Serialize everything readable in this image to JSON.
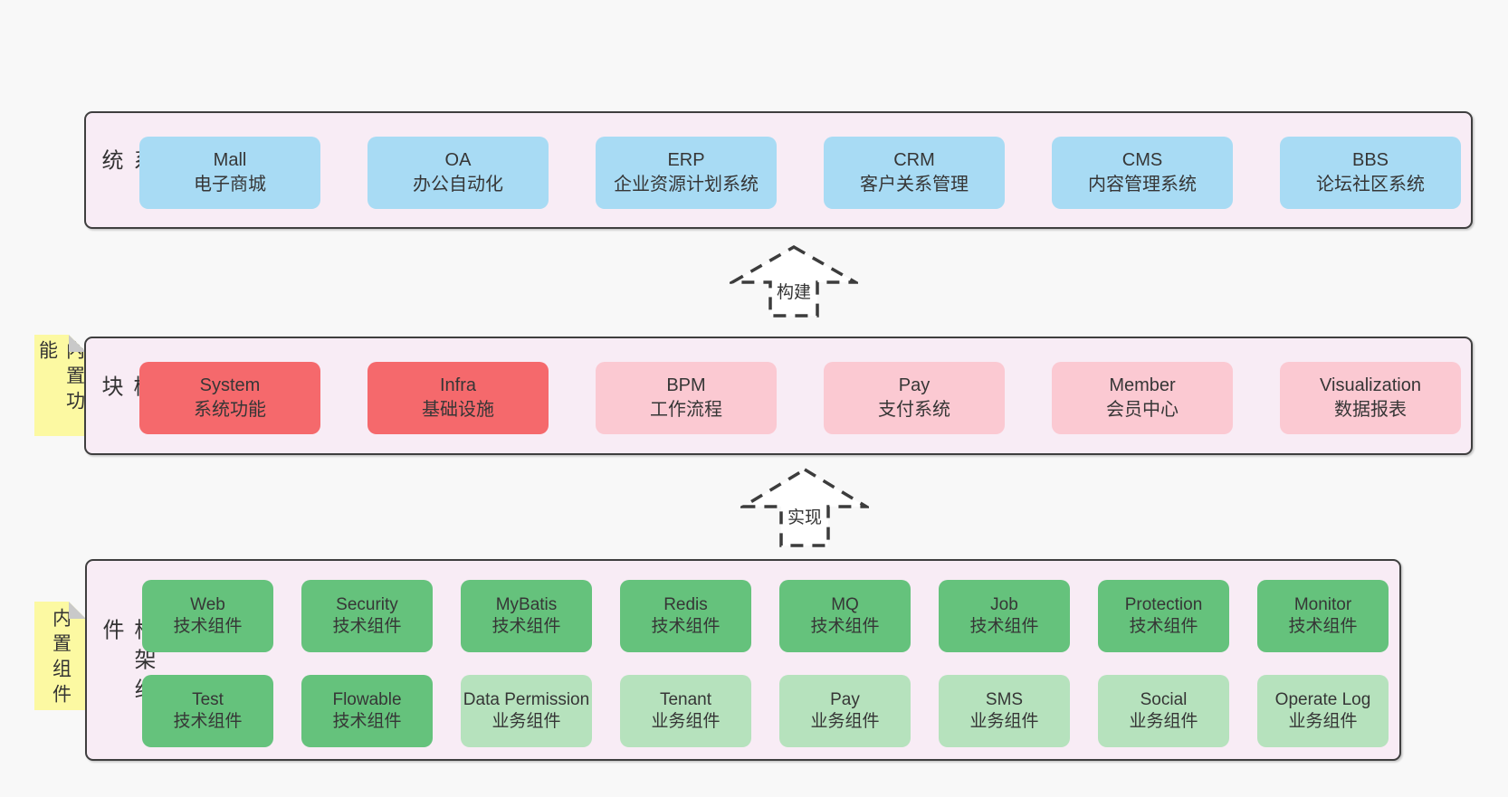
{
  "colors": {
    "page_bg": "#f8f8f8",
    "container_bg": "#f8ecf5",
    "container_border": "#3f3f3f",
    "blue_box": "#a8dbf4",
    "red_box": "#f5696c",
    "pink_box": "#fbc9d2",
    "green_box": "#65c27c",
    "light_green_box": "#b6e2bd",
    "note_yellow": "#fcf9a2",
    "note_fold": "#c9c9c9",
    "text": "#363636"
  },
  "layer1": {
    "label": "业务系统",
    "boxes": [
      {
        "title": "Mall",
        "subtitle": "电子商城",
        "variant": "blue"
      },
      {
        "title": "OA",
        "subtitle": "办公自动化",
        "variant": "blue"
      },
      {
        "title": "ERP",
        "subtitle": "企业资源计划系统",
        "variant": "blue"
      },
      {
        "title": "CRM",
        "subtitle": "客户关系管理",
        "variant": "blue"
      },
      {
        "title": "CMS",
        "subtitle": "内容管理系统",
        "variant": "blue"
      },
      {
        "title": "BBS",
        "subtitle": "论坛社区系统",
        "variant": "blue"
      }
    ]
  },
  "arrow1": {
    "label": "构建"
  },
  "layer2": {
    "note": "内置功能",
    "label": "通用模块",
    "boxes": [
      {
        "title": "System",
        "subtitle": "系统功能",
        "variant": "red"
      },
      {
        "title": "Infra",
        "subtitle": "基础设施",
        "variant": "red"
      },
      {
        "title": "BPM",
        "subtitle": "工作流程",
        "variant": "pink"
      },
      {
        "title": "Pay",
        "subtitle": "支付系统",
        "variant": "pink"
      },
      {
        "title": "Member",
        "subtitle": "会员中心",
        "variant": "pink"
      },
      {
        "title": "Visualization",
        "subtitle": "数据报表",
        "variant": "pink"
      }
    ]
  },
  "arrow2": {
    "label": "实现"
  },
  "layer3": {
    "note": "内置组件",
    "label": "框架组件",
    "row1": [
      {
        "title": "Web",
        "subtitle": "技术组件",
        "variant": "green"
      },
      {
        "title": "Security",
        "subtitle": "技术组件",
        "variant": "green"
      },
      {
        "title": "MyBatis",
        "subtitle": "技术组件",
        "variant": "green"
      },
      {
        "title": "Redis",
        "subtitle": "技术组件",
        "variant": "green"
      },
      {
        "title": "MQ",
        "subtitle": "技术组件",
        "variant": "green"
      },
      {
        "title": "Job",
        "subtitle": "技术组件",
        "variant": "green"
      },
      {
        "title": "Protection",
        "subtitle": "技术组件",
        "variant": "green"
      },
      {
        "title": "Monitor",
        "subtitle": "技术组件",
        "variant": "green"
      }
    ],
    "row2": [
      {
        "title": "Test",
        "subtitle": "技术组件",
        "variant": "green"
      },
      {
        "title": "Flowable",
        "subtitle": "技术组件",
        "variant": "green"
      },
      {
        "title": "Data Permission",
        "subtitle": "业务组件",
        "variant": "lightgreen"
      },
      {
        "title": "Tenant",
        "subtitle": "业务组件",
        "variant": "lightgreen"
      },
      {
        "title": "Pay",
        "subtitle": "业务组件",
        "variant": "lightgreen"
      },
      {
        "title": "SMS",
        "subtitle": "业务组件",
        "variant": "lightgreen"
      },
      {
        "title": "Social",
        "subtitle": "业务组件",
        "variant": "lightgreen"
      },
      {
        "title": "Operate Log",
        "subtitle": "业务组件",
        "variant": "lightgreen"
      }
    ]
  }
}
